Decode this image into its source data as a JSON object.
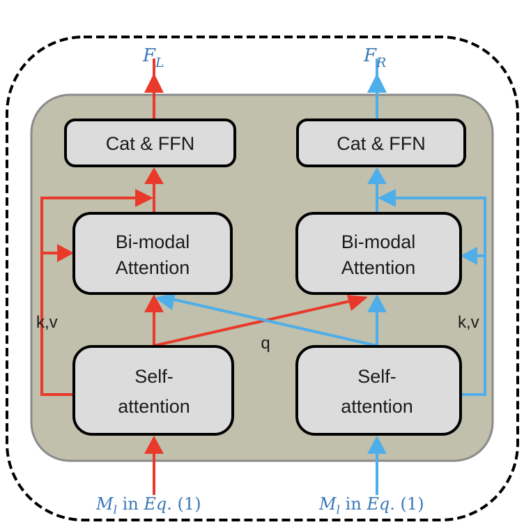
{
  "diagram": {
    "outputs": {
      "left": {
        "symbol": "F",
        "subscript": "L"
      },
      "right": {
        "symbol": "F",
        "subscript": "R"
      }
    },
    "inputs": {
      "left": {
        "symbol": "M",
        "subscript": "l",
        "text": " in ",
        "eq": "Eq",
        "ref": ". (1)"
      },
      "right": {
        "symbol": "M",
        "subscript": "l",
        "text": " in ",
        "eq": "Eq",
        "ref": ". (1)"
      }
    },
    "blocks": {
      "cat_ffn_left": "Cat & FFN",
      "cat_ffn_right": "Cat & FFN",
      "bimodal_left": [
        "Bi-modal",
        "Attention"
      ],
      "bimodal_right": [
        "Bi-modal",
        "Attention"
      ],
      "self_left": [
        "Self-",
        "attention"
      ],
      "self_right": [
        "Self-",
        "attention"
      ]
    },
    "labels": {
      "kv_left": "k,v",
      "kv_right": "k,v",
      "q": "q"
    },
    "colors": {
      "left_stream": "#e8392a",
      "right_stream": "#4eaee9",
      "panel_fill": "#c0c0ad",
      "panel_stroke": "#8a8a8a",
      "block_fill": "#dcdcdc",
      "math_text": "#3a78b5"
    }
  }
}
